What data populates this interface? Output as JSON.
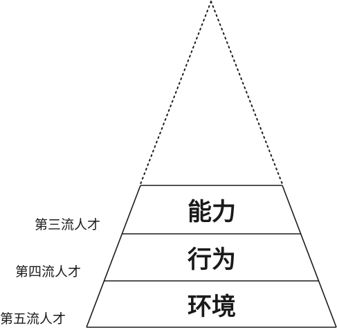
{
  "pyramid": {
    "tiers": [
      {
        "name": "能力",
        "label": "第三流人才"
      },
      {
        "name": "行为",
        "label": "第四流人才"
      },
      {
        "name": "环境",
        "label": "第五流人才"
      }
    ]
  },
  "colors": {
    "line": "#1a1a1a",
    "background": "#ffffff"
  }
}
